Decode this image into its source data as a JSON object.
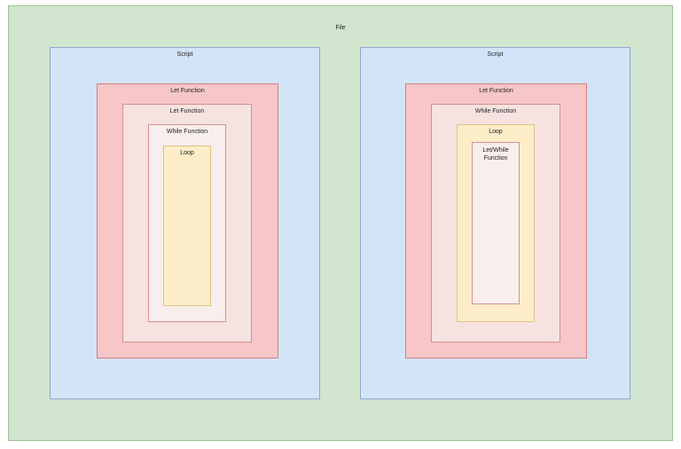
{
  "file": {
    "label": "File"
  },
  "left": {
    "script": "Script",
    "outer_let": "Let Function",
    "inner_let": "Let Function",
    "while": "While Function",
    "loop": "Loop"
  },
  "right": {
    "script": "Script",
    "outer_let": "Let Function",
    "while": "While Function",
    "loop": "Loop",
    "let_while": "Let/While Function"
  },
  "colors": {
    "file": "#d5e8d4",
    "script": "#dae8fc",
    "function": "#f8cecc",
    "loop": "#fff2cc"
  }
}
